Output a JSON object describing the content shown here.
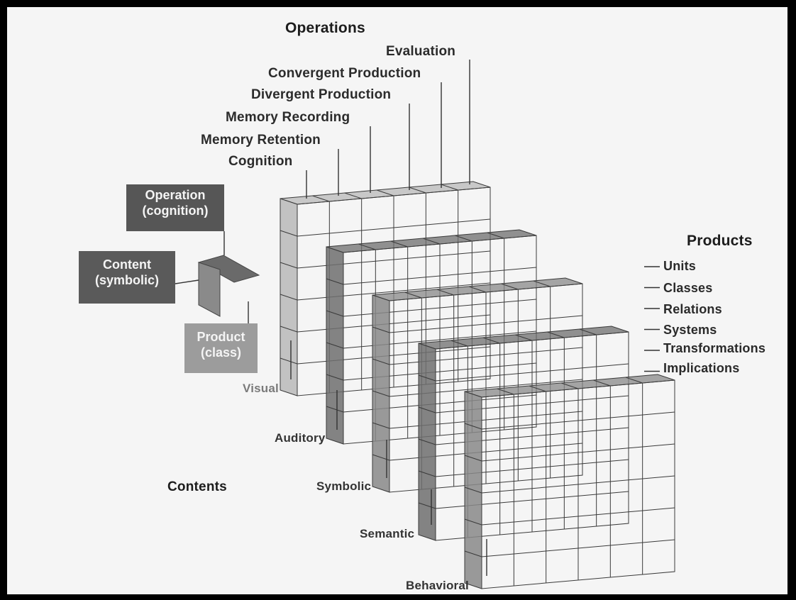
{
  "diagram": {
    "operations": {
      "heading": "Operations",
      "items": [
        "Evaluation",
        "Convergent Production",
        "Divergent Production",
        "Memory Recording",
        "Memory Retention",
        "Cognition"
      ]
    },
    "products": {
      "heading": "Products",
      "items": [
        "Units",
        "Classes",
        "Relations",
        "Systems",
        "Transformations",
        "Implications"
      ]
    },
    "contents": {
      "heading": "Contents",
      "items": [
        "Visual",
        "Auditory",
        "Symbolic",
        "Semantic",
        "Behavioral"
      ]
    },
    "example_cell": {
      "operation_line1": "Operation",
      "operation_line2": "(cognition)",
      "content_line1": "Content",
      "content_line2": "(symbolic)",
      "product_line1": "Product",
      "product_line2": "(class)"
    }
  },
  "colors": {
    "background": "#f5f5f5",
    "frame": "#000000",
    "box_fill": "#555555",
    "product_box_fill": "#9a9a9a",
    "grid_line": "#3a3a3a",
    "slab_dark": "#6e6e6e",
    "slab_light": "#b8b8b8"
  }
}
